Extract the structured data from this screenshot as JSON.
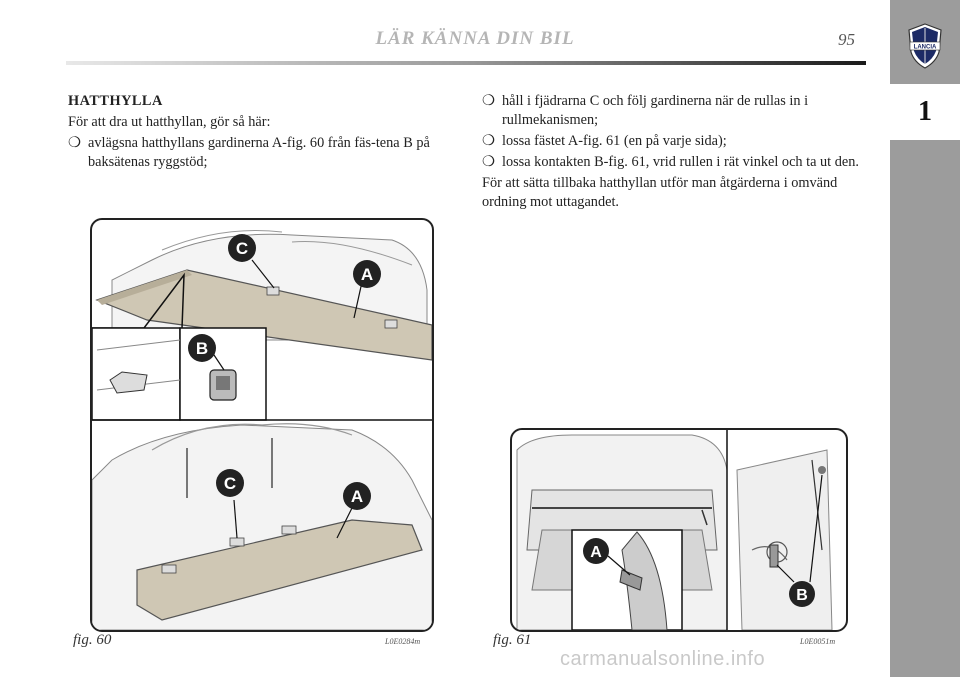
{
  "header": {
    "title": "LÄR KÄNNA DIN BIL",
    "page_number": "95"
  },
  "sidebar": {
    "chapter": "1",
    "logo_icon": "lancia-logo-icon",
    "logo_text": "LANCIA"
  },
  "left_column": {
    "heading": "HATTHYLLA",
    "intro": "För att dra ut hatthyllan, gör så här:",
    "bullets": [
      {
        "mark": "❍",
        "text": "avlägsna hatthyllans gardinerna A-fig. 60 från fäs-tena B på baksätenas ryggstöd;"
      }
    ]
  },
  "right_column": {
    "bullets": [
      {
        "mark": "❍",
        "text": "håll i fjädrarna C och följ gardinerna när de rullas in i rullmekanismen;"
      },
      {
        "mark": "❍",
        "text": "lossa fästet A-fig. 61 (en på varje sida);"
      },
      {
        "mark": "❍",
        "text": "lossa kontakten B-fig. 61, vrid rullen i rät vinkel och ta ut den."
      }
    ],
    "closing": "För att sätta tillbaka hatthyllan utför man åtgärderna i omvänd ordning mot uttagandet."
  },
  "figures": {
    "fig60": {
      "caption": "fig. 60",
      "code": "L0E0284m",
      "labels": {
        "a": "A",
        "b": "B",
        "c": "C"
      }
    },
    "fig61": {
      "caption": "fig. 61",
      "code": "L0E0051m",
      "labels": {
        "a": "A",
        "b": "B"
      }
    }
  },
  "watermark": "carmanualsonline.info"
}
